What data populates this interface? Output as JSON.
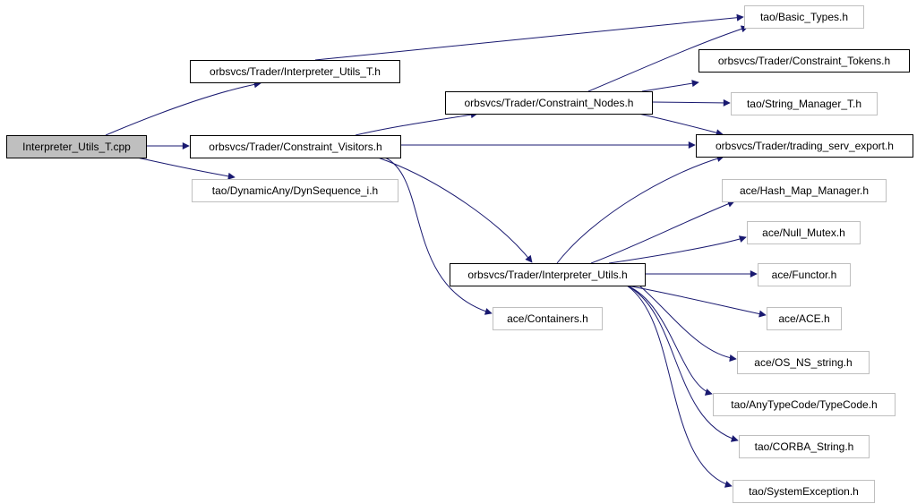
{
  "colors": {
    "edge": "#191970",
    "node_border_solid": "#000000",
    "node_border_muted": "#bfbfbf",
    "root_fill": "#bfbfbf",
    "node_fill": "#ffffff"
  },
  "nodes": [
    {
      "id": "root",
      "label": "Interpreter_Utils_T.cpp",
      "style": "root"
    },
    {
      "id": "n_interp_utils_t_h",
      "label": "orbsvcs/Trader/Interpreter_Utils_T.h",
      "style": "solid"
    },
    {
      "id": "n_constraint_visitors",
      "label": "orbsvcs/Trader/Constraint_Visitors.h",
      "style": "solid"
    },
    {
      "id": "n_dynsequence",
      "label": "tao/DynamicAny/DynSequence_i.h",
      "style": "muted"
    },
    {
      "id": "n_constraint_nodes",
      "label": "orbsvcs/Trader/Constraint_Nodes.h",
      "style": "solid"
    },
    {
      "id": "n_interpreter_utils",
      "label": "orbsvcs/Trader/Interpreter_Utils.h",
      "style": "solid"
    },
    {
      "id": "n_containers",
      "label": "ace/Containers.h",
      "style": "muted"
    },
    {
      "id": "n_basic_types",
      "label": "tao/Basic_Types.h",
      "style": "muted"
    },
    {
      "id": "n_constraint_tokens",
      "label": "orbsvcs/Trader/Constraint_Tokens.h",
      "style": "solid"
    },
    {
      "id": "n_string_manager",
      "label": "tao/String_Manager_T.h",
      "style": "muted"
    },
    {
      "id": "n_trading_export",
      "label": "orbsvcs/Trader/trading_serv_export.h",
      "style": "solid"
    },
    {
      "id": "n_hash_map",
      "label": "ace/Hash_Map_Manager.h",
      "style": "muted"
    },
    {
      "id": "n_null_mutex",
      "label": "ace/Null_Mutex.h",
      "style": "muted"
    },
    {
      "id": "n_functor",
      "label": "ace/Functor.h",
      "style": "muted"
    },
    {
      "id": "n_ace",
      "label": "ace/ACE.h",
      "style": "muted"
    },
    {
      "id": "n_os_ns_string",
      "label": "ace/OS_NS_string.h",
      "style": "muted"
    },
    {
      "id": "n_typecode",
      "label": "tao/AnyTypeCode/TypeCode.h",
      "style": "muted"
    },
    {
      "id": "n_corba_string",
      "label": "tao/CORBA_String.h",
      "style": "muted"
    },
    {
      "id": "n_system_exception",
      "label": "tao/SystemException.h",
      "style": "muted"
    }
  ],
  "edges": [
    {
      "from": "root",
      "to": "n_interp_utils_t_h"
    },
    {
      "from": "root",
      "to": "n_constraint_visitors"
    },
    {
      "from": "root",
      "to": "n_dynsequence"
    },
    {
      "from": "n_interp_utils_t_h",
      "to": "n_basic_types"
    },
    {
      "from": "n_constraint_visitors",
      "to": "n_constraint_nodes"
    },
    {
      "from": "n_constraint_visitors",
      "to": "n_trading_export"
    },
    {
      "from": "n_constraint_visitors",
      "to": "n_interpreter_utils"
    },
    {
      "from": "n_constraint_visitors",
      "to": "n_containers"
    },
    {
      "from": "n_constraint_nodes",
      "to": "n_basic_types"
    },
    {
      "from": "n_constraint_nodes",
      "to": "n_constraint_tokens"
    },
    {
      "from": "n_constraint_nodes",
      "to": "n_string_manager"
    },
    {
      "from": "n_constraint_nodes",
      "to": "n_trading_export"
    },
    {
      "from": "n_interpreter_utils",
      "to": "n_trading_export"
    },
    {
      "from": "n_interpreter_utils",
      "to": "n_hash_map"
    },
    {
      "from": "n_interpreter_utils",
      "to": "n_null_mutex"
    },
    {
      "from": "n_interpreter_utils",
      "to": "n_functor"
    },
    {
      "from": "n_interpreter_utils",
      "to": "n_ace"
    },
    {
      "from": "n_interpreter_utils",
      "to": "n_os_ns_string"
    },
    {
      "from": "n_interpreter_utils",
      "to": "n_typecode"
    },
    {
      "from": "n_interpreter_utils",
      "to": "n_corba_string"
    },
    {
      "from": "n_interpreter_utils",
      "to": "n_system_exception"
    }
  ]
}
